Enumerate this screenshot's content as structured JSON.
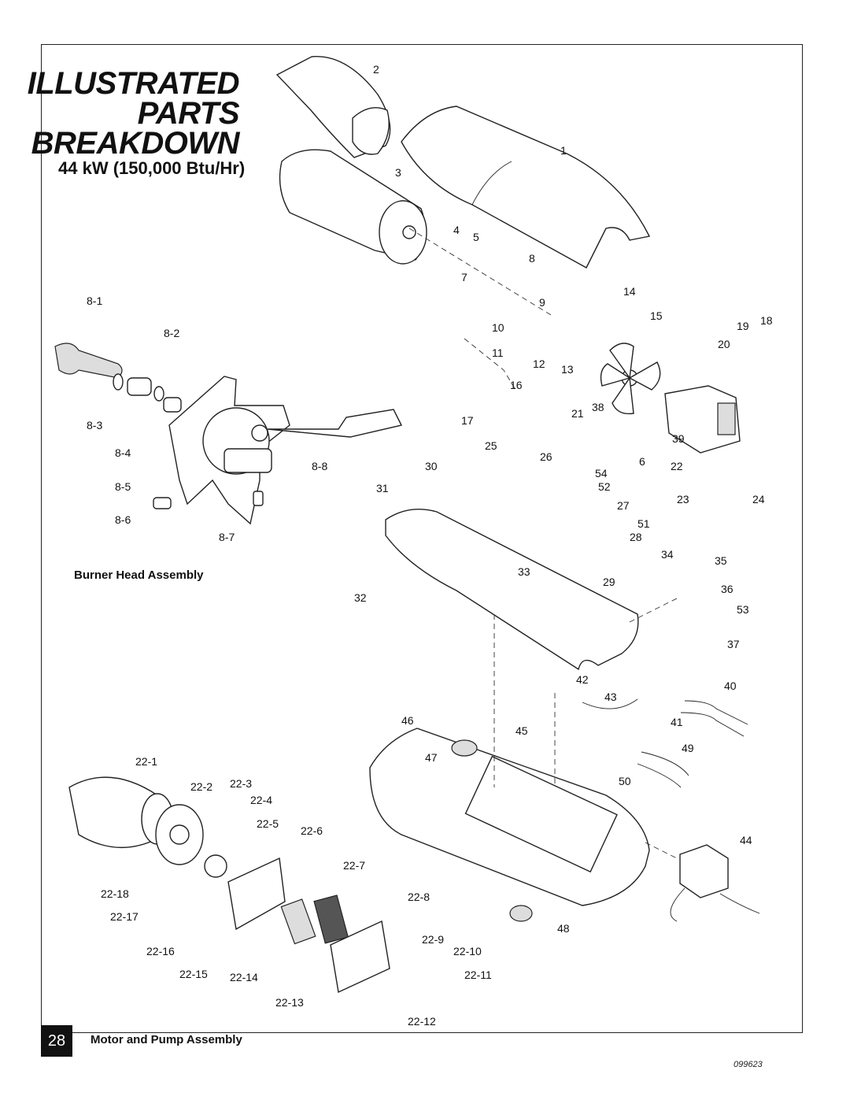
{
  "header": {
    "title_line1": "ILLUSTRATED",
    "title_line2": "PARTS",
    "title_line3": "BREAKDOWN",
    "subtitle": "44 kW (150,000 Btu/Hr)"
  },
  "sections": {
    "burner_head": "Burner Head Assembly",
    "motor_pump": "Motor and Pump Assembly"
  },
  "footer": {
    "page_number": "28",
    "document_number": "099623"
  },
  "part_callouts": [
    "1",
    "2",
    "3",
    "4",
    "5",
    "7",
    "8",
    "9",
    "10",
    "11",
    "12",
    "13",
    "14",
    "15",
    "16",
    "17",
    "18",
    "19",
    "20",
    "21",
    "22",
    "23",
    "24",
    "25",
    "26",
    "27",
    "28",
    "29",
    "30",
    "31",
    "32",
    "33",
    "34",
    "35",
    "36",
    "37",
    "38",
    "39",
    "40",
    "41",
    "42",
    "43",
    "44",
    "45",
    "46",
    "47",
    "48",
    "49",
    "50",
    "51",
    "52",
    "53",
    "54",
    "6",
    "8-1",
    "8-2",
    "8-3",
    "8-4",
    "8-5",
    "8-6",
    "8-7",
    "8-8",
    "22-1",
    "22-2",
    "22-3",
    "22-4",
    "22-5",
    "22-6",
    "22-7",
    "22-8",
    "22-9",
    "22-10",
    "22-11",
    "22-12",
    "22-13",
    "22-14",
    "22-15",
    "22-16",
    "22-17",
    "22-18"
  ]
}
